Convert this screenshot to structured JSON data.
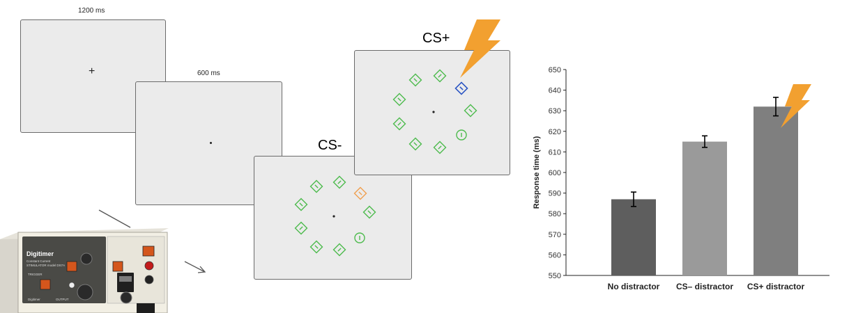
{
  "trial": {
    "screen1": {
      "duration": "1200 ms",
      "fixation": "+"
    },
    "screen2": {
      "duration": "600 ms"
    },
    "cs_minus": {
      "label": "CS-"
    },
    "cs_plus": {
      "label": "CS+"
    }
  },
  "device": {
    "brand": "Digitimer",
    "line1": "Constant Current",
    "line2": "STIMULATOR model DS7A",
    "trigger": "TRIGGER",
    "output": "OUTPUT",
    "maker": "Digitimer"
  },
  "colors": {
    "shape_green": "#4dbb4d",
    "cs_minus_singleton": "#f0a050",
    "cs_plus_singleton": "#2b55c4",
    "lightning": "#f2a030",
    "bar_no": "#5e5e5e",
    "bar_csminus": "#9a9a9a",
    "bar_csplus": "#7f7f7f"
  },
  "chart_data": {
    "type": "bar",
    "categories": [
      "No distractor",
      "CS– distractor",
      "CS+ distractor"
    ],
    "values": [
      587,
      615,
      632
    ],
    "errors": [
      3.5,
      2.8,
      4.5
    ],
    "ylabel": "Response time (ms)",
    "ylim": [
      550,
      650
    ],
    "yticks": [
      550,
      560,
      570,
      580,
      590,
      600,
      610,
      620,
      630,
      640,
      650
    ],
    "grid": false,
    "annotation": "lightning-icon above CS+ distractor"
  }
}
